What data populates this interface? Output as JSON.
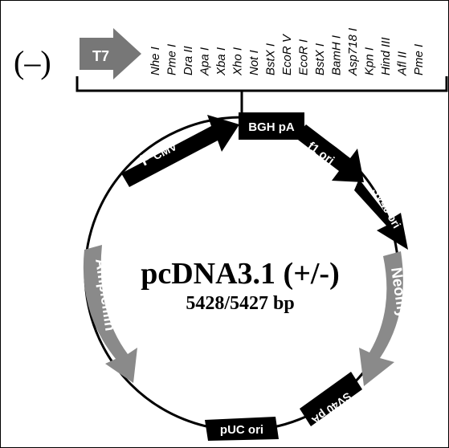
{
  "strand_label": "(–)",
  "promoter_box": "T7",
  "mcs_sites": [
    "Nhe I",
    "Pme I",
    "Dra II",
    "Apa I",
    "Xba I",
    "Xho I",
    "Not I",
    "BstX I",
    "EcoR V",
    "EcoR I",
    "BstX I",
    "BamH I",
    "Asp718 I",
    "Kpn I",
    "Hind III",
    "Afl II",
    "Pme I"
  ],
  "plasmid": {
    "name": "pcDNA3.1 (+/-)",
    "size": "5428/5427 bp"
  },
  "features": {
    "pcmv_main": "P",
    "pcmv_sub": "CMV",
    "bgh_pa": "BGH pA",
    "f1_ori": "f1 ori",
    "sv40_ori": "SV40 ori",
    "neomycin": "Neomycin",
    "sv40_pa": "SV40 pA",
    "puc_ori": "pUC ori",
    "ampicillin": "Ampicillin"
  },
  "colors": {
    "black": "#000000",
    "gray": "#8a8a8a",
    "white": "#ffffff"
  }
}
